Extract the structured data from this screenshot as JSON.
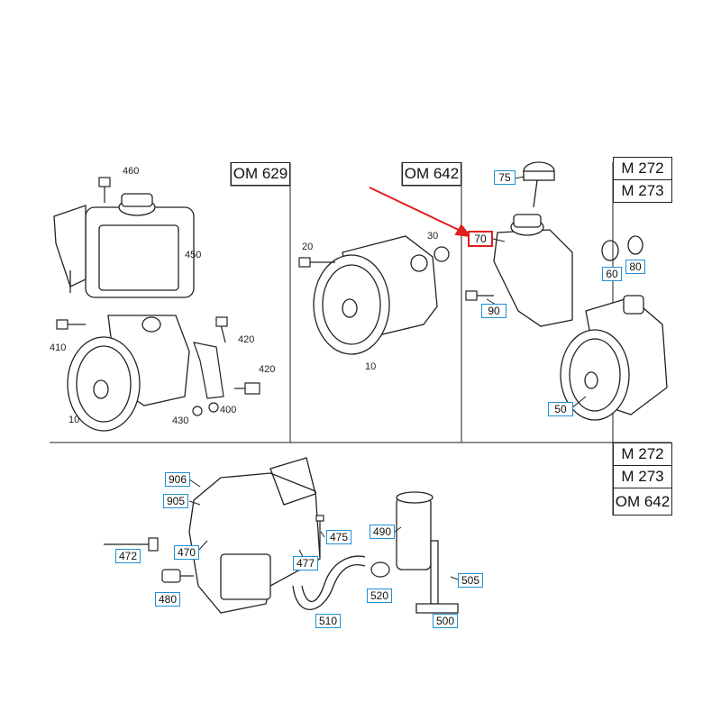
{
  "engines": {
    "om629": "OM 629",
    "om642_top": "OM 642",
    "m272_top": "M 272",
    "m273_top": "M 273",
    "m272_bottom": "M 272",
    "m273_bottom": "M 273",
    "om642_bottom": "OM 642"
  },
  "labels": {
    "p460": "460",
    "p450": "450",
    "p410": "410",
    "p420a": "420",
    "p420b": "420",
    "p10a": "10",
    "p430": "430",
    "p400": "400",
    "p20": "20",
    "p30": "30",
    "p10b": "10"
  },
  "callouts": {
    "p75": "75",
    "p70": "70",
    "p60": "60",
    "p80": "80",
    "p90": "90",
    "p50": "50",
    "p906": "906",
    "p905": "905",
    "p472": "472",
    "p470": "470",
    "p480": "480",
    "p475": "475",
    "p477": "477",
    "p490": "490",
    "p520": "520",
    "p505": "505",
    "p510": "510",
    "p500": "500"
  },
  "colors": {
    "callout_border": "#1f8fd6",
    "highlight": "#e02020",
    "line": "#222222"
  }
}
